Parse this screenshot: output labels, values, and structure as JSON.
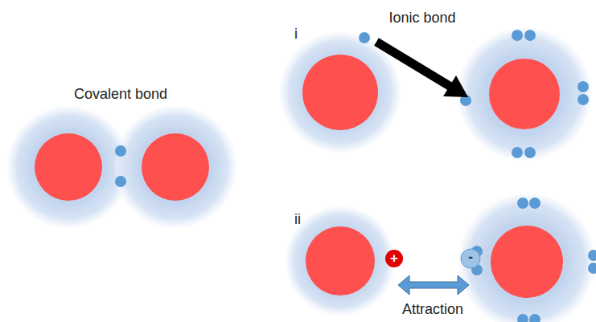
{
  "diagram": {
    "labels": [
      "Covalent bond",
      "i",
      "Ionic bond",
      "ii",
      "+",
      "-",
      "Attraction"
    ]
  }
}
